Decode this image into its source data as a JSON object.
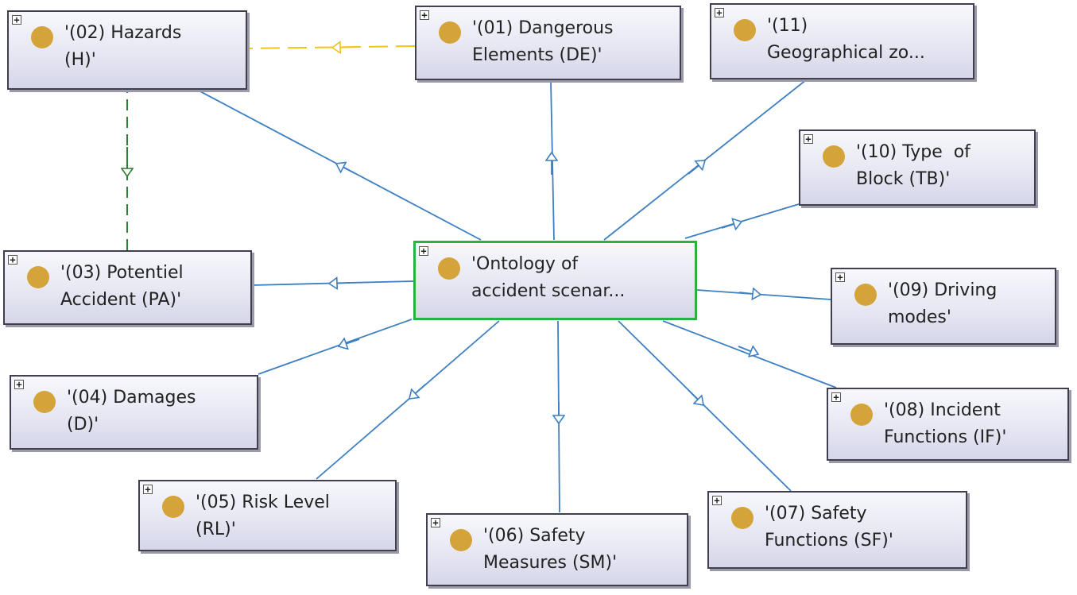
{
  "diagram": {
    "root": {
      "id": "root",
      "label": "'Ontology of\naccident scenar..."
    },
    "nodes": [
      {
        "id": "n01",
        "label": "'(01) Dangerous\nElements (DE)'"
      },
      {
        "id": "n02",
        "label": "'(02) Hazards\n(H)'"
      },
      {
        "id": "n03",
        "label": "'(03) Potentiel\nAccident (PA)'"
      },
      {
        "id": "n04",
        "label": "'(04) Damages\n(D)'"
      },
      {
        "id": "n05",
        "label": "'(05) Risk Level\n(RL)'"
      },
      {
        "id": "n06",
        "label": "'(06) Safety\nMeasures (SM)'"
      },
      {
        "id": "n07",
        "label": "'(07) Safety\nFunctions (SF)'"
      },
      {
        "id": "n08",
        "label": "'(08) Incident\nFunctions (IF)'"
      },
      {
        "id": "n09",
        "label": "'(09) Driving\nmodes'"
      },
      {
        "id": "n10",
        "label": "'(10) Type  of\nBlock (TB)'"
      },
      {
        "id": "n11",
        "label": "'(11)\nGeographical zo..."
      }
    ],
    "expand_symbol": "+",
    "colors": {
      "subclass_edge": "#3e7fc1",
      "yellow_edge": "#f0c419",
      "green_edge": "#2e7d32",
      "root_border": "#2bb13f",
      "class_dot": "#d4a43a"
    }
  }
}
